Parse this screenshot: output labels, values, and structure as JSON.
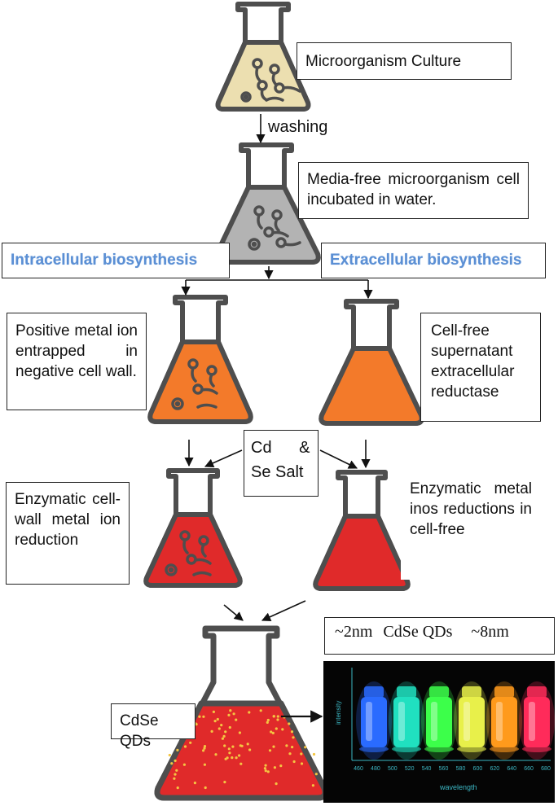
{
  "steps": {
    "culture_label": "Microorganism Culture",
    "washing_label": "washing",
    "incubated_label": "Media-free microorganism cell incubated in water.",
    "intracellular_heading": "Intracellular biosynthesis",
    "extracellular_heading": "Extracellular biosynthesis",
    "positive_ion_label": "Positive metal ion entrapped in negative cell wall.",
    "cell_free_label": "Cell-free supernatant extracellular reductase",
    "salt_label_line1": "Cd &",
    "salt_label_line2": "Se Salt",
    "enzymatic_cellwall_label": "Enzymatic cell-wall metal ion reduction",
    "enzymatic_cellfree_label": "Enzymatic metal inos reductions in cell-free",
    "qds_label": "CdSe QDs"
  },
  "size_scale": {
    "left": "~2nm",
    "middle": "CdSe QDs",
    "right": "~8nm"
  },
  "photo": {
    "y_axis_label": "intensity",
    "x_axis_label": "wavelength",
    "x_ticks": [
      "460",
      "480",
      "500",
      "520",
      "540",
      "560",
      "580",
      "600",
      "620",
      "640",
      "660",
      "680"
    ],
    "vial_colors": [
      "#2a6bff",
      "#20e0c0",
      "#3cff4a",
      "#e8f04a",
      "#ff9a1c",
      "#ff2b5a"
    ]
  },
  "colors": {
    "culture_liquid": "#ecdfb0",
    "incubated_liquid": "#b3b3b3",
    "orange_liquid": "#f37a2a",
    "red_liquid": "#e02a2a",
    "flask_outline": "#4e4e4e",
    "heading_blue": "#5b8fd4"
  }
}
